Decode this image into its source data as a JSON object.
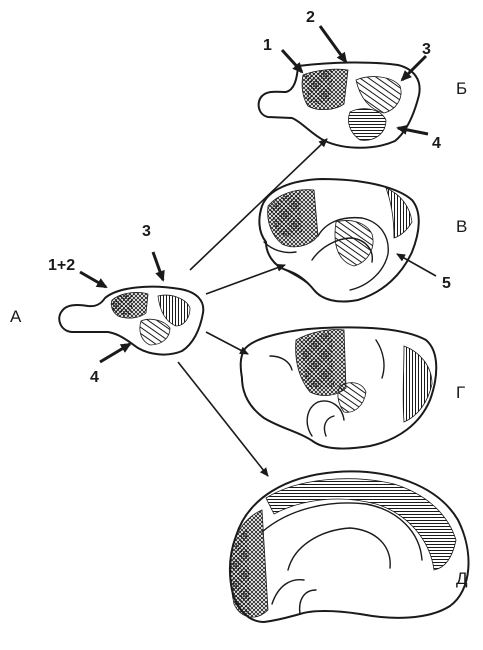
{
  "labels": {
    "stage_a": "А",
    "stage_b": "Б",
    "stage_v": "В",
    "stage_g": "Г",
    "stage_d": "Д"
  },
  "numbers": {
    "a_1_2": "1+2",
    "a_3": "3",
    "a_4": "4",
    "b_1": "1",
    "b_2": "2",
    "b_3": "3",
    "b_4": "4",
    "v_5": "5"
  }
}
